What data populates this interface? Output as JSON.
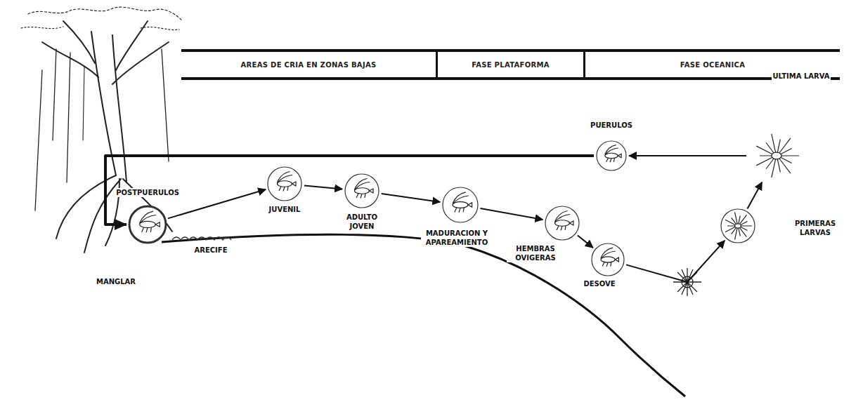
{
  "diagram": {
    "nodes": [
      {
        "text": [
          "AREAS DE CRIA EN ZONAS BAJAS"
        ]
      },
      {
        "text": [
          "FASE PLATAFORMA"
        ]
      },
      {
        "text": [
          "FASE OCEANICA"
        ]
      },
      {
        "text": [
          "POSTPUERULOS"
        ]
      },
      {
        "text": [
          "JUVENIL"
        ]
      },
      {
        "text": [
          "ADULTO JOVEN"
        ]
      },
      {
        "text": [
          "MADURACION Y APAREAMIENTO"
        ]
      },
      {
        "text": [
          "HEMBRAS OVIGERAS"
        ]
      },
      {
        "text": [
          "DESOVE"
        ]
      },
      {
        "text": [
          "PRIMERAS LARVAS"
        ]
      },
      {
        "text": [
          "ULTIMA LARVA"
        ]
      },
      {
        "text": [
          "PUERULOS"
        ]
      }
    ],
    "edges": [
      {
        "from": 3,
        "to": 4,
        "arrow": "to"
      },
      {
        "from": 4,
        "to": 5,
        "arrow": "to"
      },
      {
        "from": 5,
        "to": 6,
        "arrow": "to"
      },
      {
        "from": 6,
        "to": 7,
        "arrow": "to"
      },
      {
        "from": 7,
        "to": 8,
        "arrow": "to"
      },
      {
        "from": 8,
        "to": 9,
        "arrow": "to"
      },
      {
        "from": 9,
        "to": 10,
        "arrow": "to"
      },
      {
        "from": 10,
        "to": 11,
        "arrow": "to"
      },
      {
        "from": 11,
        "to": 3,
        "arrow": "to"
      }
    ],
    "labels": [
      "ARECIFE",
      "MANGLAR"
    ]
  }
}
